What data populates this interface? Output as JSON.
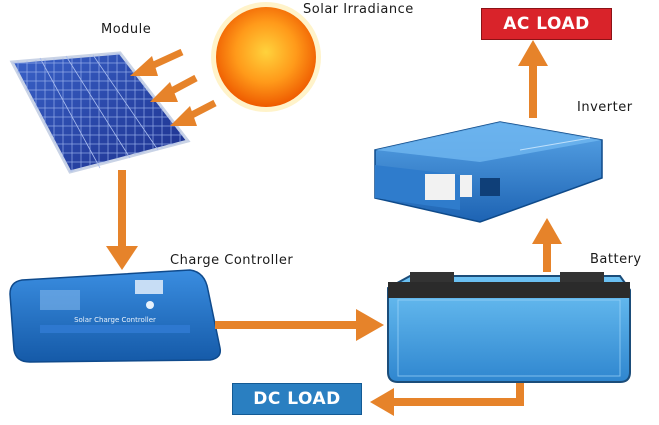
{
  "labels": {
    "module": "Module",
    "solar_irradiance": "Solar Irradiance",
    "ac_load": "AC LOAD",
    "inverter": "Inverter",
    "charge_controller": "Charge Controller",
    "battery": "Battery",
    "dc_load": "DC LOAD",
    "controller_text": "Solar Charge Controller"
  },
  "colors": {
    "arrow": "#e6832a",
    "ac_load_box": "#d9232a",
    "dc_load_box": "#2a7fc1",
    "device_blue": "#1f78c8",
    "sun_core": "#ff7a00",
    "sun_glow": "#ffd23c"
  }
}
